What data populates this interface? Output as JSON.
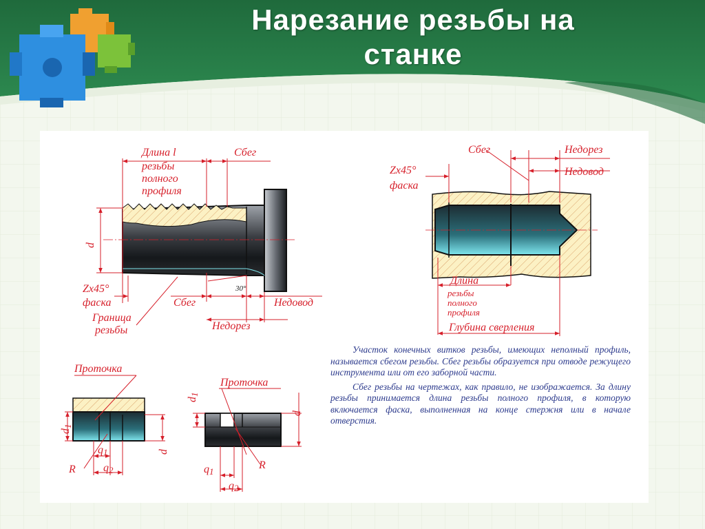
{
  "slide": {
    "title": "Нарезание резьбы на станке"
  },
  "diagram": {
    "bolt": {
      "length_label": "Длина l",
      "full_profile_label": [
        "резьбы",
        "полного",
        "профиля"
      ],
      "runout_top": "Сбег",
      "diameter": "d",
      "chamfer_value": "Zx45°",
      "chamfer": "фаска",
      "runout_bottom": "Сбег",
      "thread_boundary": [
        "Граница",
        "резьбы"
      ],
      "undercut": "Недорез",
      "incomplete": "Недовод",
      "angle": "30°"
    },
    "hole": {
      "runout": "Сбег",
      "undercut": "Недорез",
      "incomplete": "Недовод",
      "chamfer_value": "Zx45°",
      "chamfer": "фаска",
      "length_label": [
        "Длина",
        "резьбы",
        "полного",
        "профиля"
      ],
      "drill_depth": "Глубина сверления"
    },
    "groove_internal": {
      "label": "Проточка",
      "d1": "d",
      "d1_sub": "1",
      "d": "d",
      "q1": "q",
      "q1_sub": "1",
      "q2": "q",
      "q2_sub": "2",
      "r": "R"
    },
    "groove_external": {
      "label": "Проточка",
      "d1": "d",
      "d1_sub": "1",
      "d": "d",
      "q1": "q",
      "q1_sub": "1",
      "q2": "q",
      "q2_sub": "2",
      "r": "R"
    }
  },
  "description": {
    "paragraph1": "Участок конечных витков резьбы, имеющих неполный профиль, называется сбегом резьбы. Сбег резьбы образуется при отводе режущего инструмента или от его заборной части.",
    "paragraph2": "Сбег резьбы на чертежах, как правило, не изображается. За длину резьбы принимается длина резьбы полного профиля, в которую включается фаска, выполненная на конце стержня или в начале отверстия."
  }
}
